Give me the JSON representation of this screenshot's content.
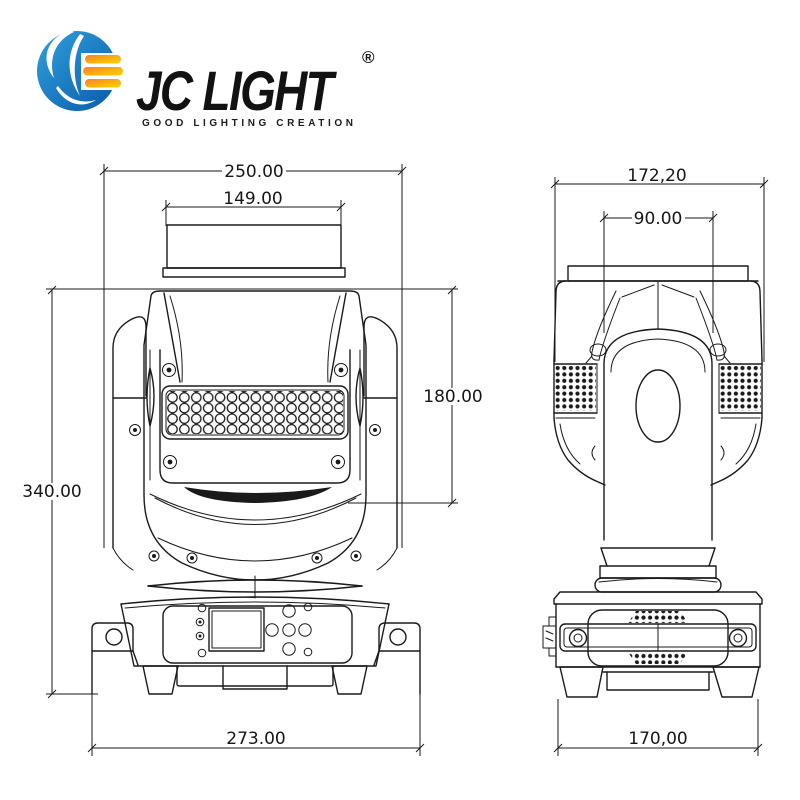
{
  "logo": {
    "brand": "JC LIGHT",
    "registered_mark": "®",
    "tagline": "GOOD LIGHTING CREATION",
    "colors": {
      "blue_light": "#2fa1dd",
      "blue_dark": "#0a5aa8",
      "orange": "#f58220",
      "yellow": "#ffd401",
      "text": "#121212"
    }
  },
  "drawing": {
    "line_color": "#1a1a1a",
    "background": "#ffffff"
  },
  "front_view": {
    "dim_overall_width": "250.00",
    "dim_lens_width": "149.00",
    "dim_head_height": "180.00",
    "dim_total_height": "340.00",
    "dim_base_width": "273.00"
  },
  "side_view": {
    "dim_overall_width": "172,20",
    "dim_yoke_width": "90.00",
    "dim_base_width": "170,00"
  }
}
